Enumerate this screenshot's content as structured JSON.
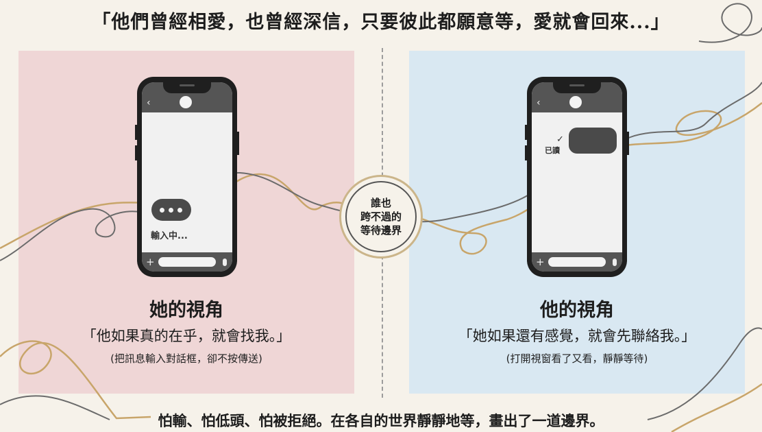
{
  "title": "「他們曾經相愛，也曾經深信，只要彼此都願意等，愛就會回來...」",
  "badge": {
    "line1": "誰也",
    "line2": "跨不過的",
    "line3": "等待邊界"
  },
  "left": {
    "typing_label": "輸入中...",
    "heading": "她的視角",
    "quote": "「他如果真的在乎，就會找我。」",
    "note": "(把訊息輸入對話框，卻不按傳送)"
  },
  "right": {
    "read_label": "已讀",
    "heading": "他的視角",
    "quote": "「她如果還有感覺，就會先聯絡我。」",
    "note": "(打開視窗看了又看，靜靜等待)"
  },
  "footer": "怕輸、怕低頭、怕被拒絕。在各自的世界靜靜地等，畫出了一道邊界。",
  "colors": {
    "background": "#f6f2ea",
    "left_panel": "#efd6d6",
    "right_panel": "#d9e8f2",
    "gold_thread": "#c8a56a",
    "gray_thread": "#6b6b6b",
    "phone": "#1f1f1f"
  }
}
